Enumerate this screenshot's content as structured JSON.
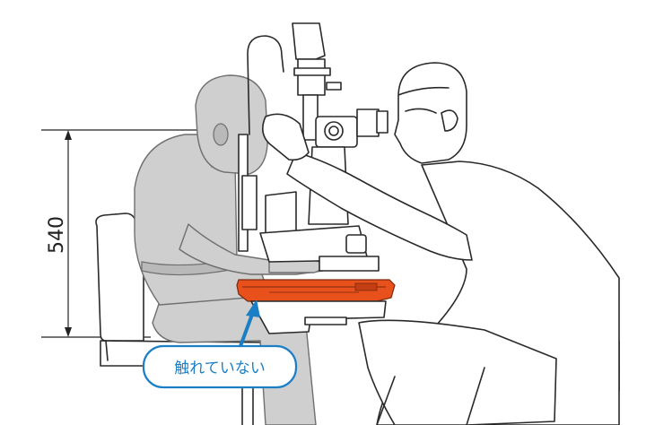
{
  "diagram": {
    "dimension_label": "540",
    "callout_text": "触れていない",
    "colors": {
      "callout_blue": "#1a7fc4",
      "table_orange": "#e8501c",
      "patient_gray": "#cfcfcf",
      "line": "#2a2a2a"
    },
    "icons": [
      "slit-lamp",
      "patient-figure",
      "examiner-figure",
      "chair",
      "arrow"
    ]
  }
}
